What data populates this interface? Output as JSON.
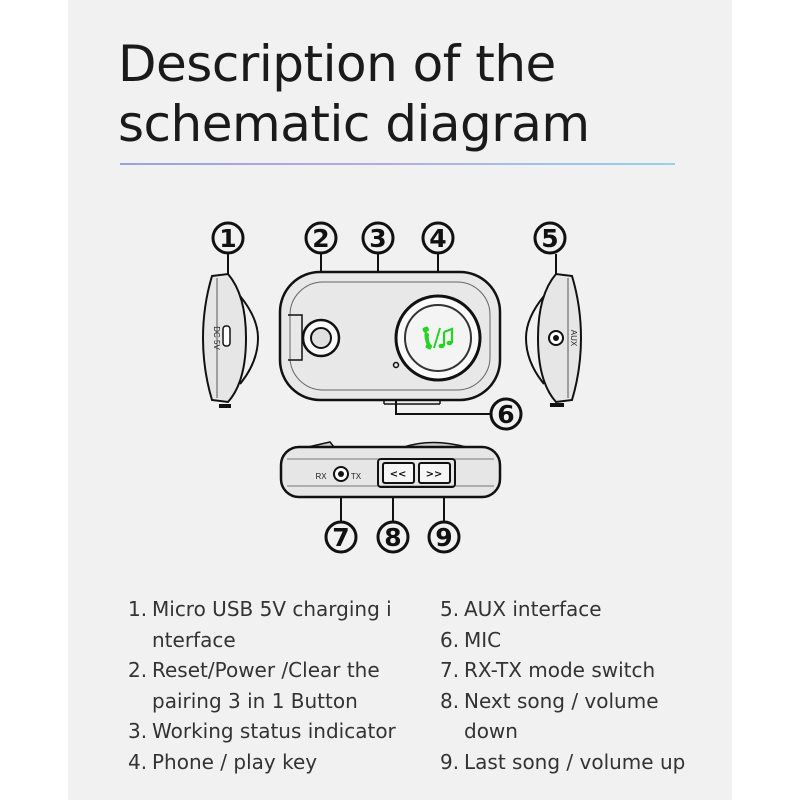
{
  "title": {
    "line1": "Description of the",
    "line2": "schematic diagram"
  },
  "callouts": [
    "1",
    "2",
    "3",
    "4",
    "5",
    "6",
    "7",
    "8",
    "9"
  ],
  "device_labels": {
    "dc_5v": "DC 5V",
    "aux": "AUX",
    "rx": "RX",
    "tx": "TX",
    "prev_symbol": "<<",
    "next_symbol": ">>"
  },
  "play_key_icon": "phone-music-icon",
  "colors": {
    "play_key_glow": "#27d327",
    "rule_start": "#9aa0e8",
    "rule_end": "#8fd6e8"
  },
  "specs_left": [
    {
      "num": "1.",
      "text": "Micro USB 5V charging i nterface"
    },
    {
      "num": "2.",
      "text": "Reset/Power /Clear the pairing  3 in 1  Button"
    },
    {
      "num": "3.",
      "text": "Working status indicator"
    },
    {
      "num": "4.",
      "text": "Phone / play key"
    }
  ],
  "specs_right": [
    {
      "num": "5.",
      "text": "AUX interface"
    },
    {
      "num": "6.",
      "text": "MIC"
    },
    {
      "num": "7.",
      "text": "RX-TX mode switch"
    },
    {
      "num": "8.",
      "text": "Next song / volume down"
    },
    {
      "num": "9.",
      "text": "Last song / volume up"
    }
  ]
}
